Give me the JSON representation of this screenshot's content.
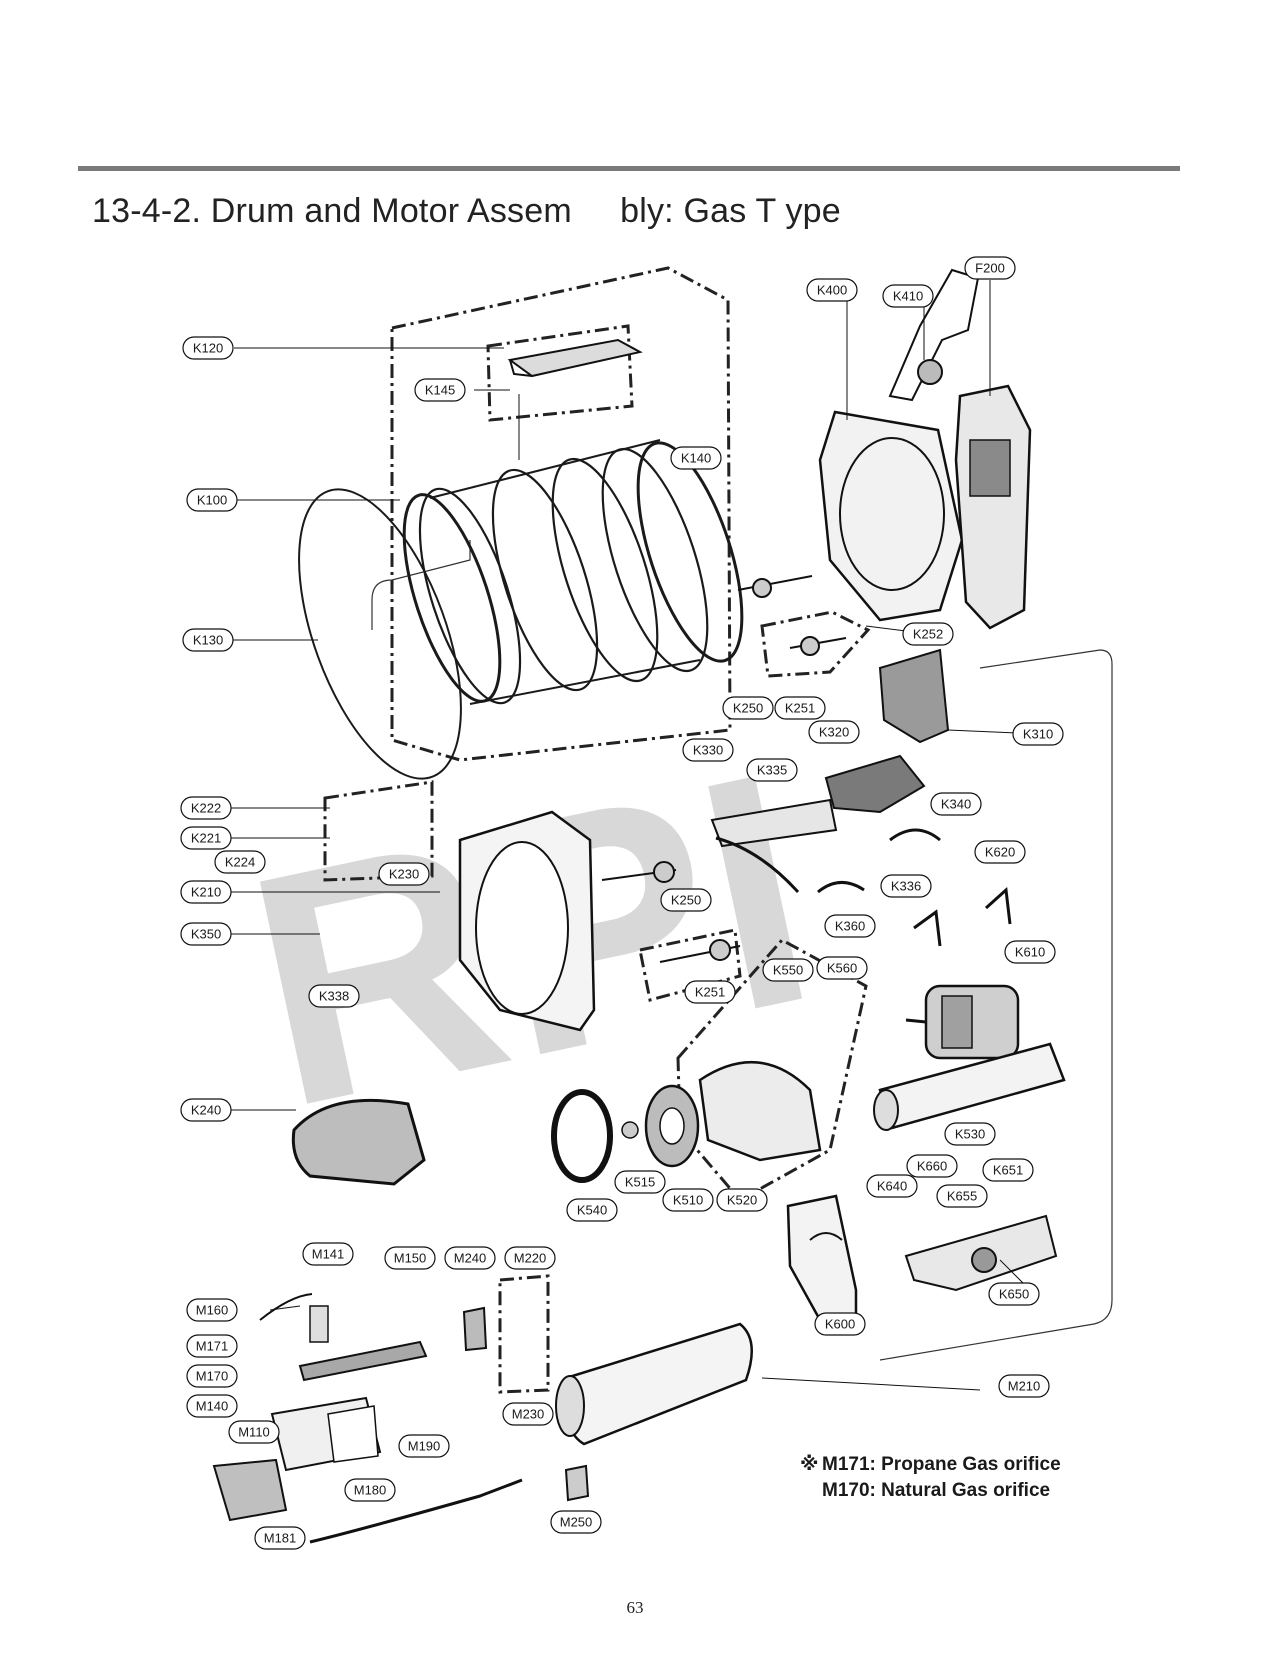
{
  "page": {
    "title": "13-4-2. Drum and Motor Assem     bly: Gas T ype",
    "page_number": "63",
    "watermark": "RPI"
  },
  "note": {
    "symbol": "※",
    "line1": "M171: Propane Gas orifice",
    "line2": "M170: Natural Gas orifice"
  },
  "callouts": {
    "k100": "K100",
    "k120": "K120",
    "k130": "K130",
    "k140": "K140",
    "k145": "K145",
    "k210": "K210",
    "k221": "K221",
    "k222": "K222",
    "k224": "K224",
    "k230": "K230",
    "k240": "K240",
    "k250a": "K250",
    "k250b": "K250",
    "k251a": "K251",
    "k251b": "K251",
    "k252": "K252",
    "k310": "K310",
    "k320": "K320",
    "k330": "K330",
    "k335": "K335",
    "k336": "K336",
    "k338": "K338",
    "k340": "K340",
    "k350": "K350",
    "k360": "K360",
    "k400": "K400",
    "k410": "K410",
    "f200": "F200",
    "k510": "K510",
    "k515": "K515",
    "k520": "K520",
    "k530": "K530",
    "k540": "K540",
    "k550": "K550",
    "k560": "K560",
    "k600": "K600",
    "k610": "K610",
    "k620": "K620",
    "k640": "K640",
    "k650": "K650",
    "k651": "K651",
    "k655": "K655",
    "k660": "K660",
    "m110": "M110",
    "m140": "M140",
    "m141": "M141",
    "m150": "M150",
    "m160": "M160",
    "m170": "M170",
    "m171": "M171",
    "m180": "M180",
    "m181": "M181",
    "m190": "M190",
    "m210": "M210",
    "m220": "M220",
    "m230": "M230",
    "m240": "M240",
    "m250": "M250"
  }
}
